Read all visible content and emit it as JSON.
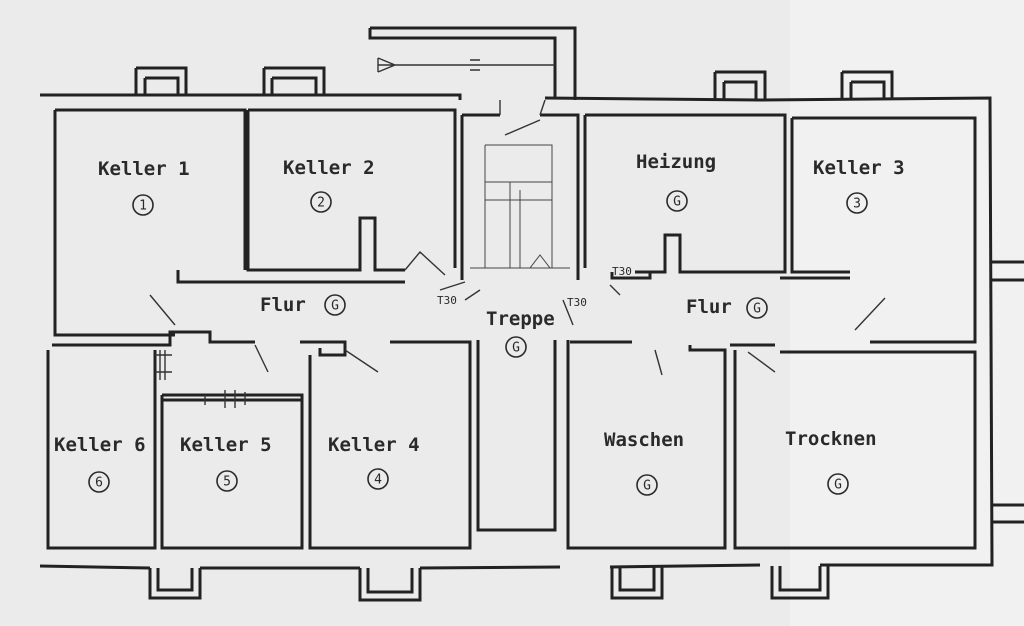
{
  "rooms": [
    {
      "id": "keller1",
      "label": "Keller 1",
      "number": "1"
    },
    {
      "id": "keller2",
      "label": "Keller 2",
      "number": "2"
    },
    {
      "id": "heizung",
      "label": "Heizung",
      "number": "G"
    },
    {
      "id": "keller3",
      "label": "Keller 3",
      "number": "3"
    },
    {
      "id": "flur-left",
      "label": "Flur",
      "number": "G"
    },
    {
      "id": "treppe",
      "label": "Treppe",
      "number": "G"
    },
    {
      "id": "flur-right",
      "label": "Flur",
      "number": "G"
    },
    {
      "id": "keller6",
      "label": "Keller 6",
      "number": "6"
    },
    {
      "id": "keller5",
      "label": "Keller 5",
      "number": "5"
    },
    {
      "id": "keller4",
      "label": "Keller 4",
      "number": "4"
    },
    {
      "id": "waschen",
      "label": "Waschen",
      "number": "G"
    },
    {
      "id": "trocknen",
      "label": "Trocknen",
      "number": "G"
    }
  ],
  "fire_doors": [
    "T30",
    "T30",
    "T30"
  ]
}
